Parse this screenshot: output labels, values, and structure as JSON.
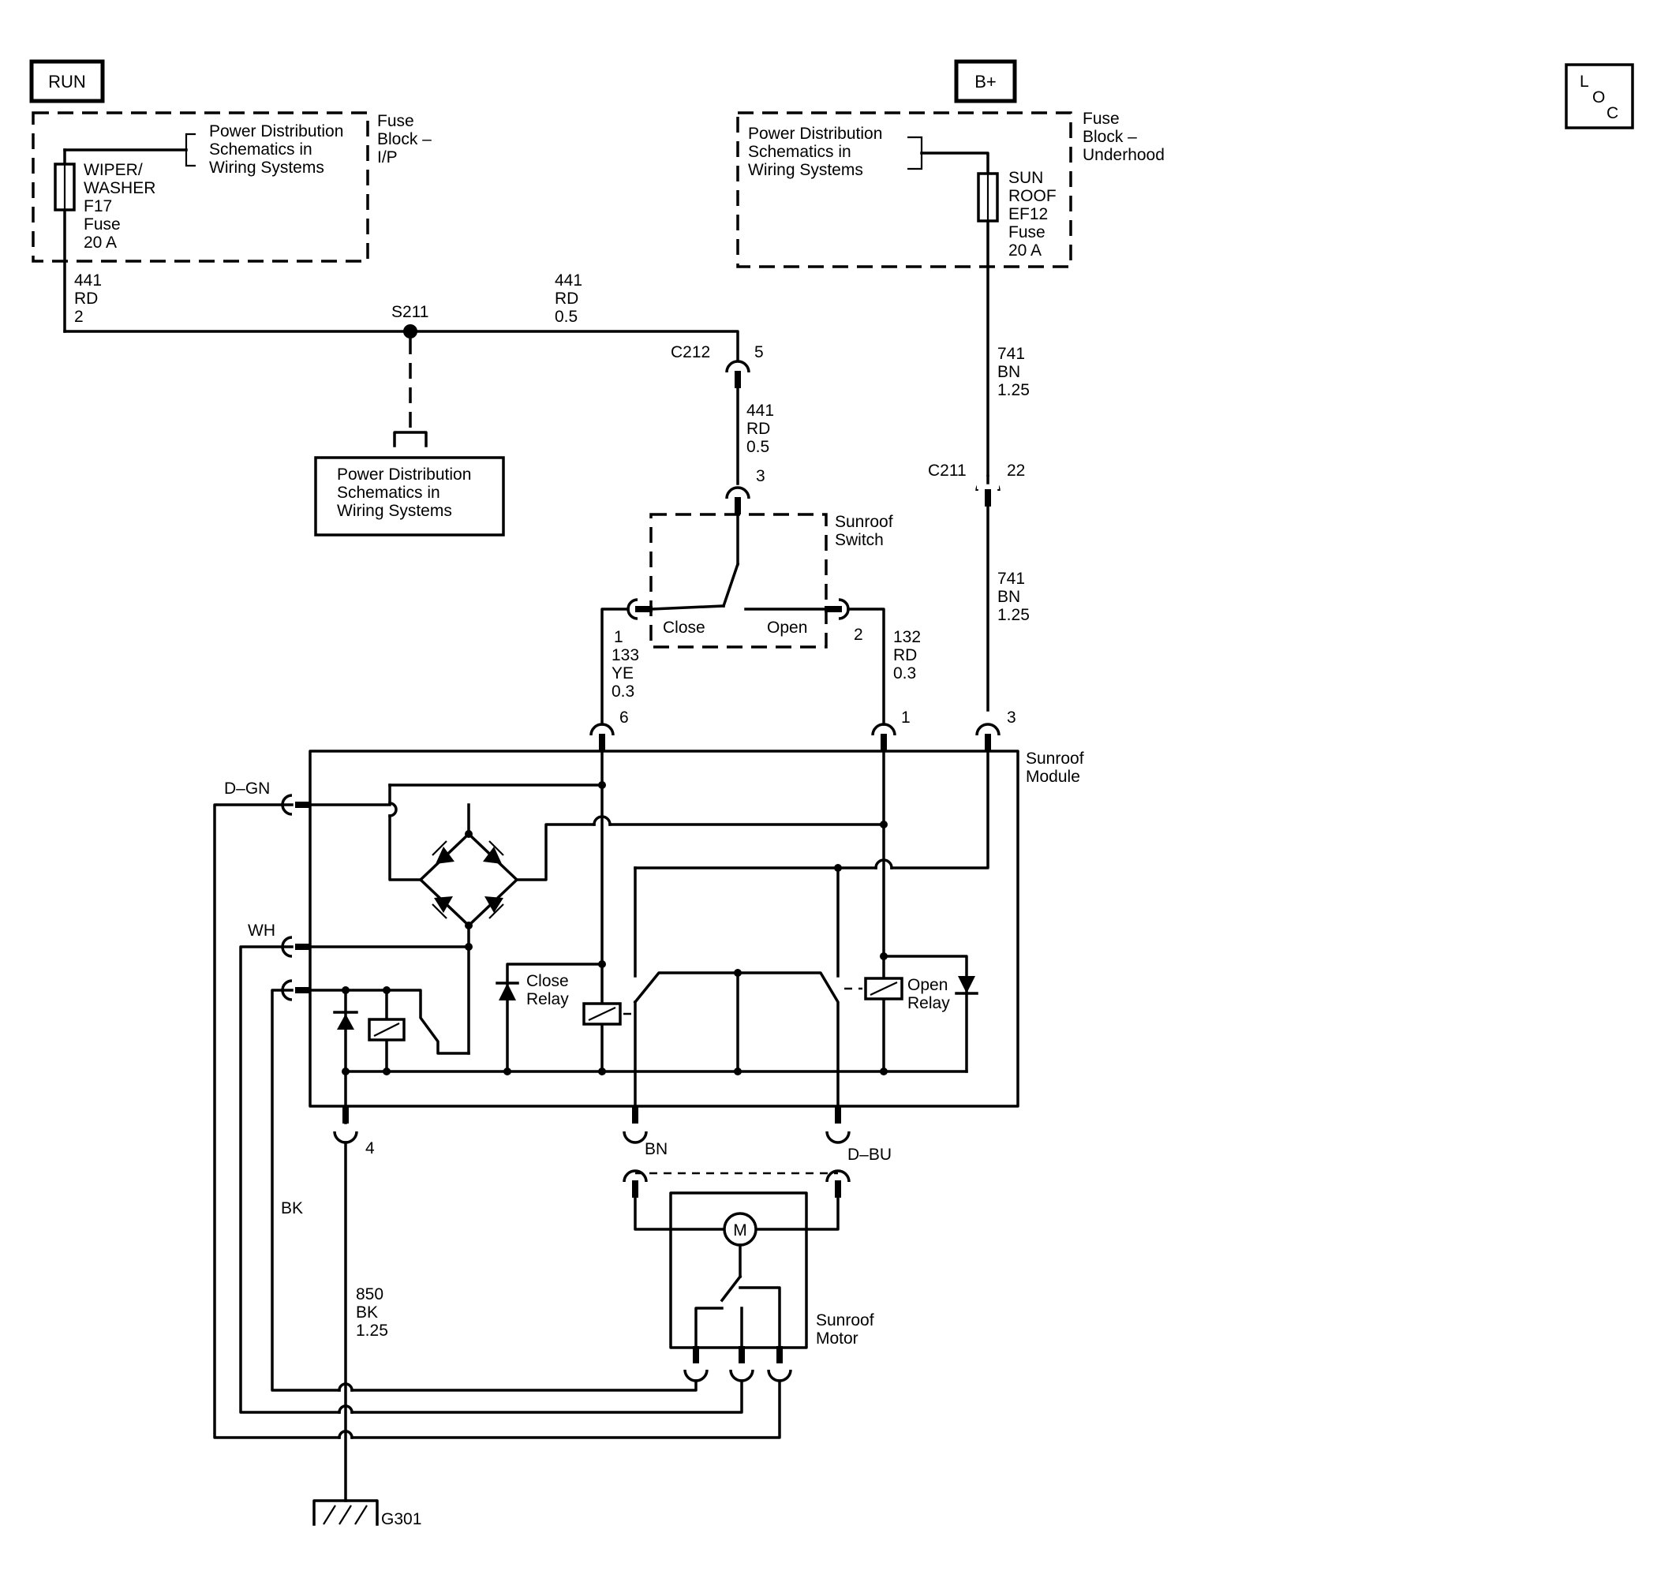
{
  "tags": {
    "run": "RUN",
    "bplus": "B+"
  },
  "loc": {
    "l": "L",
    "o": "O",
    "c": "C"
  },
  "fuse_ip": {
    "pd_lines": [
      "Power Distribution",
      "Schematics in",
      "Wiring Systems"
    ],
    "block_lines": [
      "Fuse",
      "Block –",
      "I/P"
    ],
    "fuse_lines": [
      "WIPER/",
      "WASHER",
      "F17",
      "Fuse",
      "20 A"
    ]
  },
  "fuse_uh": {
    "pd_lines": [
      "Power Distribution",
      "Schematics in",
      "Wiring Systems"
    ],
    "block_lines": [
      "Fuse",
      "Block –",
      "Underhood"
    ],
    "fuse_lines": [
      "SUN",
      "ROOF",
      "EF12",
      "Fuse",
      "20 A"
    ]
  },
  "wires": {
    "w441_left": [
      "441",
      "RD",
      "2"
    ],
    "w441_top": [
      "441",
      "RD",
      "0.5"
    ],
    "w441_mid": [
      "441",
      "RD",
      "0.5"
    ],
    "w741_top": [
      "741",
      "BN",
      "1.25"
    ],
    "w741_mid": [
      "741",
      "BN",
      "1.25"
    ],
    "w133": [
      "1",
      "133",
      "YE",
      "0.3"
    ],
    "w132": [
      "132",
      "RD",
      "0.3"
    ],
    "w850": [
      "850",
      "BK",
      "1.25"
    ],
    "bk": "BK"
  },
  "splice": "S211",
  "pd_box_lines": [
    "Power Distribution",
    "Schematics in",
    "Wiring Systems"
  ],
  "connectors": {
    "c212": "C212",
    "c212_pin": "5",
    "c211": "C211",
    "c211_pin": "22",
    "sw_in_pin": "3",
    "sw_close_pin": "1",
    "sw_open_pin": "2",
    "mod_pin6": "6",
    "mod_pin1": "1",
    "mod_pin3": "3",
    "mod_pin4": "4",
    "bn": "BN",
    "dbu": "D–BU",
    "dgn": "D–GN",
    "wh": "WH"
  },
  "switch": {
    "title_lines": [
      "Sunroof",
      "Switch"
    ],
    "close": "Close",
    "open": "Open"
  },
  "module": {
    "title_lines": [
      "Sunroof",
      "Module"
    ]
  },
  "relays": {
    "close_lines": [
      "Close",
      "Relay"
    ],
    "open_lines": [
      "Open",
      "Relay"
    ]
  },
  "motor": {
    "symbol": "M",
    "title_lines": [
      "Sunroof",
      "Motor"
    ]
  },
  "ground": "G301"
}
